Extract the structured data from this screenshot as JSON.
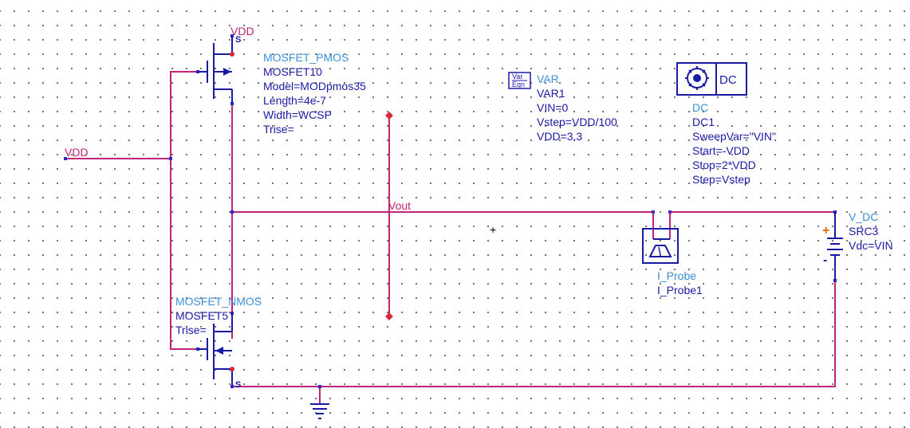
{
  "colors": {
    "wire": "#c0247a",
    "device": "#1a1aa6",
    "name_label": "#3b8fd6",
    "param_label": "#1a1aa6",
    "node_label": "#c0247a",
    "pin_dot": "#d7263d",
    "plus_sign": "#e06a00"
  },
  "node_labels": {
    "vdd_top": "VDD",
    "vdd_left": "VDD",
    "vout": "Vout"
  },
  "pmos": {
    "type": "MOSFET_PMOS",
    "name": "MOSFET10",
    "model": "Model=MODpmos35",
    "length": "Length=4e-7",
    "width": "Width=WCSP",
    "trise": "Trise=",
    "source_pin": "S"
  },
  "nmos": {
    "type": "MOSFET_NMOS",
    "name": "MOSFET5",
    "trise": "Trise=",
    "source_pin": "S"
  },
  "var_block": {
    "icon_top": "Var",
    "icon_bottom": "Eqn",
    "type": "VAR",
    "name": "VAR1",
    "params": [
      "VIN=0",
      "Vstep=VDD/100",
      "VDD=3.3"
    ]
  },
  "dc_block": {
    "icon_text": "DC",
    "type": "DC",
    "name": "DC1",
    "params": [
      "SweepVar=\"VIN\"",
      "Start=-VDD",
      "Stop=2*VDD",
      "Step=Vstep"
    ]
  },
  "iprobe": {
    "type": "I_Probe",
    "name": "I_Probe1"
  },
  "vsource": {
    "type": "V_DC",
    "name": "SRC3",
    "value": "Vdc=VIN",
    "plus": "+",
    "minus": "-"
  },
  "cursor": "+"
}
